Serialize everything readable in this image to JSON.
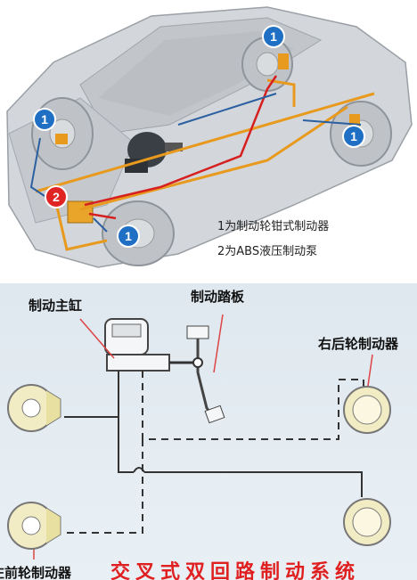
{
  "top_diagram": {
    "markers": [
      "1",
      "1",
      "1",
      "1",
      "2"
    ],
    "caption_1": "1为制动轮钳式制动器",
    "caption_2": "2为ABS液压制动泵"
  },
  "bottom_diagram": {
    "master_cylinder": "制动主缸",
    "brake_pedal": "制动踏板",
    "rear_right_brake": "右后轮制动器",
    "front_left_brake": "左前轮制动器",
    "title": "交叉式双回路制动系统"
  },
  "colors": {
    "car_body": "#c9ccd0",
    "brake_line_orange": "#e89a1e",
    "brake_line_red": "#d62020",
    "brake_line_blue": "#2a5fa0",
    "marker_blue": "#1f6fc4",
    "marker_red": "#e02424",
    "title_red": "#e02020"
  }
}
